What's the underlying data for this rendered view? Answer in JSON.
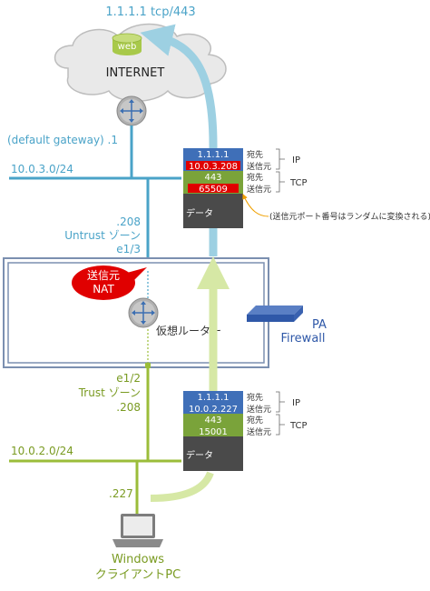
{
  "top_label": "1.1.1.1 tcp/443",
  "web_label": "web",
  "internet_label": "INTERNET",
  "default_gateway_label": "(default gateway) .1",
  "subnet_untrust": "10.0.3.0/24",
  "untrust_ip": ".208",
  "untrust_zone": "Untrust ゾーン",
  "untrust_if": "e1/3",
  "nat_label_line1": "送信元",
  "nat_label_line2": "NAT",
  "virtual_router": "仮想ルーター",
  "pa_label": "PA",
  "firewall_label": "Firewall",
  "trust_if": "e1/2",
  "trust_zone": "Trust ゾーン",
  "trust_ip": ".208",
  "subnet_trust": "10.0.2.0/24",
  "client_ip": ".227",
  "client_line1": "Windows",
  "client_line2": "クライアントPC",
  "packet_upper": {
    "dst_ip": "1.1.1.1",
    "src_ip": "10.0.3.208",
    "dst_port": "443",
    "src_port": "65509",
    "data": "データ"
  },
  "packet_lower": {
    "dst_ip": "1.1.1.1",
    "src_ip": "10.0.2.227",
    "dst_port": "443",
    "src_port": "15001",
    "data": "データ"
  },
  "field_labels": {
    "dst": "宛先",
    "src": "送信元",
    "ip": "IP",
    "tcp": "TCP"
  },
  "port_note": "(送信元ポート番号はランダムに変換される)",
  "colors": {
    "untrust": "#4aa3c8",
    "trust": "#9bbd3a",
    "ip_row": "#3f6fb8",
    "port_row": "#7aa33a",
    "data_row": "#4a4a4a",
    "nat_red": "#e00000",
    "arrow_blue": "#9dd0e2",
    "arrow_green": "#d6e8a5"
  }
}
